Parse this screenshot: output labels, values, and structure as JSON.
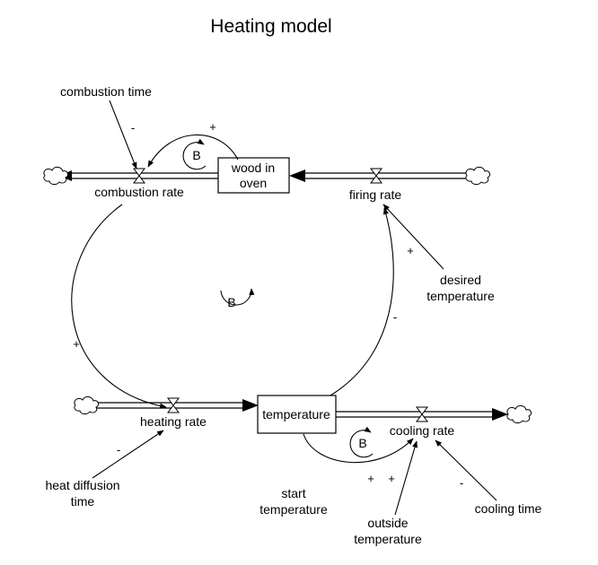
{
  "title": "Heating model",
  "stocks": {
    "wood": {
      "line1": "wood in",
      "line2": "oven"
    },
    "temperature": "temperature"
  },
  "flows": {
    "combustion_rate": "combustion rate",
    "firing_rate": "firing rate",
    "heating_rate": "heating rate",
    "cooling_rate": "cooling rate"
  },
  "variables": {
    "combustion_time": "combustion time",
    "desired_temperature": {
      "line1": "desired",
      "line2": "temperature"
    },
    "heat_diffusion_time": {
      "line1": "heat diffusion",
      "line2": "time"
    },
    "start_temperature": {
      "line1": "start",
      "line2": "temperature"
    },
    "outside_temperature": {
      "line1": "outside",
      "line2": "temperature"
    },
    "cooling_time": "cooling time"
  },
  "polarities": {
    "combustion_time": "-",
    "wood_to_combustion": "+",
    "combustion_to_heating": "+",
    "desired_to_firing": "+",
    "temperature_to_firing": "-",
    "heat_diffusion": "-",
    "temperature_to_cooling": "+",
    "outside_to_cooling": "+",
    "cooling_time": "-"
  },
  "loops": {
    "top": "B",
    "center": "B",
    "bottom": "B"
  }
}
